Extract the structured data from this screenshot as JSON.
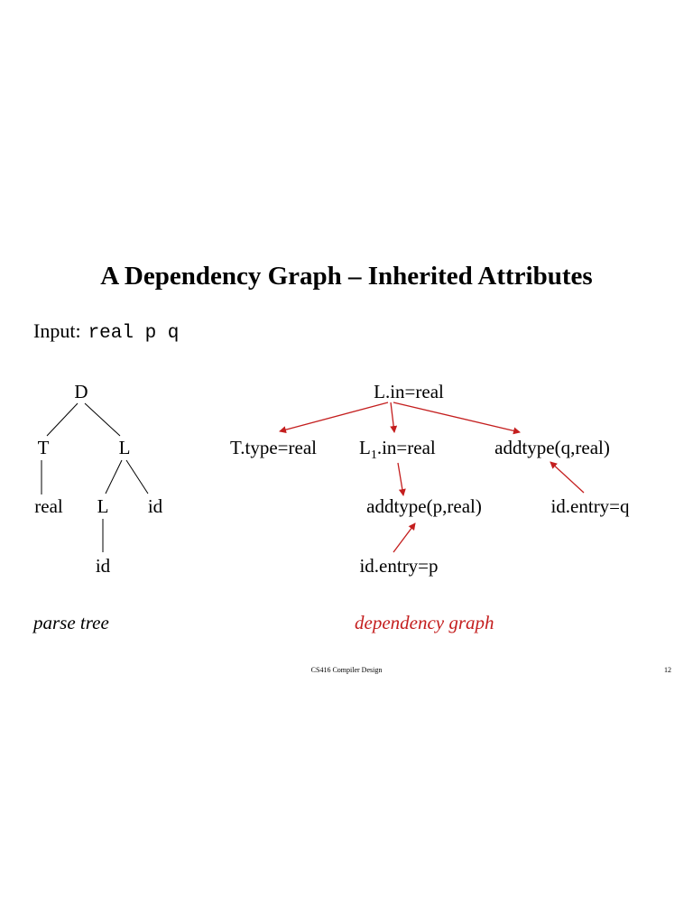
{
  "title": "A Dependency Graph – Inherited Attributes",
  "input": {
    "label": "Input:",
    "value": "real p q"
  },
  "parse_tree": {
    "nodes": {
      "D": "D",
      "T": "T",
      "L": "L",
      "real": "real",
      "L_child": "L",
      "id_right": "id",
      "id_bottom": "id"
    },
    "caption": "parse tree"
  },
  "dependency_graph": {
    "nodes": {
      "l_in": "L.in=real",
      "t_type": "T.type=real",
      "l1_in_prefix": "L",
      "l1_in_subscript": "1",
      "l1_in_suffix": ".in=real",
      "addtype_q": "addtype(q,real)",
      "addtype_p": "addtype(p,real)",
      "id_entry_q": "id.entry=q",
      "id_entry_p": "id.entry=p"
    },
    "caption": "dependency graph",
    "arrow_color": "#c41e1e"
  },
  "footer": {
    "course": "CS416 Compiler Design",
    "page_number": "12"
  }
}
